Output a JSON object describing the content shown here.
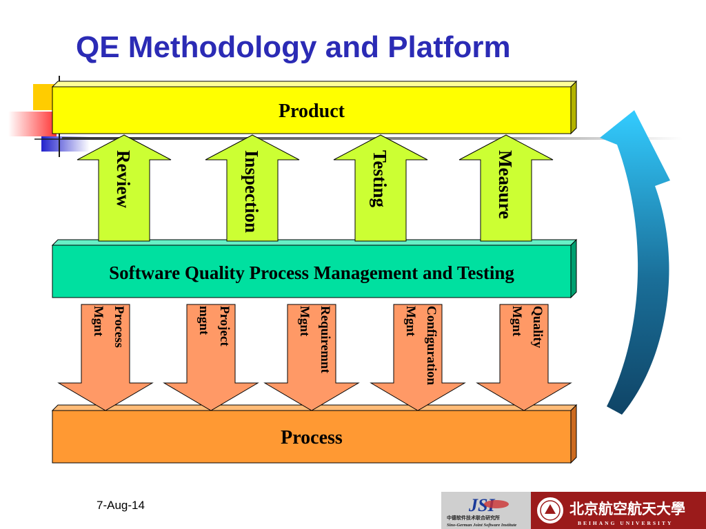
{
  "slide": {
    "title": "QE Methodology and Platform",
    "date": "7-Aug-14"
  },
  "diagram": {
    "top_box": {
      "label": "Product",
      "color": "#ffff00"
    },
    "middle_box": {
      "label": "Software Quality Process Management and Testing",
      "color": "#00e0a0"
    },
    "bottom_box": {
      "label": "Process",
      "color": "#ff9933"
    },
    "up_arrows": [
      {
        "label": "Review"
      },
      {
        "label": "Inspection"
      },
      {
        "label": "Testing"
      },
      {
        "label": "Measure"
      }
    ],
    "down_arrows": [
      {
        "lines": [
          "Process",
          "Mgnt"
        ]
      },
      {
        "lines": [
          "Project",
          "mgnt"
        ]
      },
      {
        "lines": [
          "Requiremnt",
          "Mgnt"
        ]
      },
      {
        "lines": [
          "Configuration",
          "Mgnt"
        ]
      },
      {
        "lines": [
          "Quality",
          "Mgnt"
        ]
      }
    ],
    "up_arrow_color": "#ccff33",
    "down_arrow_color": "#ff9966"
  },
  "logos": {
    "jsi_mark": "JSI",
    "jsi_text_cn": "中德软件技术联合研究所",
    "jsi_text_en": "Sino-German Joint Software Institute",
    "beihang_cn": "北京航空航天大學",
    "beihang_en": "BEIHANG UNIVERSITY"
  }
}
